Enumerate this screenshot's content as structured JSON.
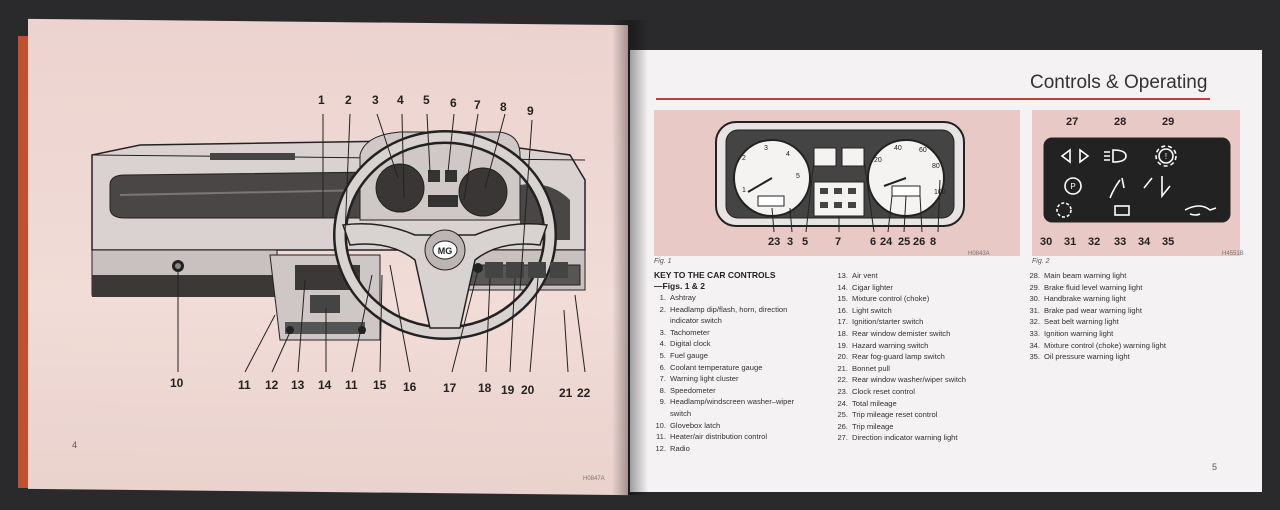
{
  "left_page": {
    "page_number": "4",
    "code": "H0847A",
    "callouts": [
      {
        "n": "1"
      },
      {
        "n": "2"
      },
      {
        "n": "3"
      },
      {
        "n": "4"
      },
      {
        "n": "5"
      },
      {
        "n": "6"
      },
      {
        "n": "7"
      },
      {
        "n": "8"
      },
      {
        "n": "9"
      },
      {
        "n": "10"
      },
      {
        "n": "11"
      },
      {
        "n": "12"
      },
      {
        "n": "13"
      },
      {
        "n": "14"
      },
      {
        "n": "11"
      },
      {
        "n": "15"
      },
      {
        "n": "16"
      },
      {
        "n": "17"
      },
      {
        "n": "18"
      },
      {
        "n": "19"
      },
      {
        "n": "20"
      },
      {
        "n": "21"
      },
      {
        "n": "22"
      }
    ],
    "steering_badge": "MG"
  },
  "right_page": {
    "title": "Controls & Operating",
    "page_number": "5",
    "fig1": {
      "caption": "Fig. 1",
      "code": "H0843A",
      "callouts": [
        "23",
        "3",
        "5",
        "7",
        "6",
        "24",
        "25",
        "26",
        "8"
      ]
    },
    "fig2": {
      "caption": "Fig. 2",
      "code": "H4551B",
      "top_callouts": [
        "27",
        "28",
        "29"
      ],
      "bottom_callouts": [
        "30",
        "31",
        "32",
        "33",
        "34",
        "35"
      ]
    },
    "key_title": "KEY TO THE CAR CONTROLS",
    "key_subtitle": "—Figs. 1 & 2",
    "key_col1": [
      {
        "n": "1.",
        "t": "Ashtray"
      },
      {
        "n": "2.",
        "t": "Headlamp dip/flash, horn, direction"
      },
      {
        "n": "",
        "t": "indicator switch"
      },
      {
        "n": "3.",
        "t": "Tachometer"
      },
      {
        "n": "4.",
        "t": "Digital clock"
      },
      {
        "n": "5.",
        "t": "Fuel gauge"
      },
      {
        "n": "6.",
        "t": "Coolant temperature gauge"
      },
      {
        "n": "7.",
        "t": "Warning light cluster"
      },
      {
        "n": "8.",
        "t": "Speedometer"
      },
      {
        "n": "9.",
        "t": "Headlamp/windscreen washer–wiper"
      },
      {
        "n": "",
        "t": "switch"
      },
      {
        "n": "10.",
        "t": "Glovebox latch"
      },
      {
        "n": "11.",
        "t": "Heater/air distribution control"
      },
      {
        "n": "12.",
        "t": "Radio"
      }
    ],
    "key_col2": [
      {
        "n": "13.",
        "t": "Air vent"
      },
      {
        "n": "14.",
        "t": "Cigar lighter"
      },
      {
        "n": "15.",
        "t": "Mixture control (choke)"
      },
      {
        "n": "16.",
        "t": "Light switch"
      },
      {
        "n": "17.",
        "t": "Ignition/starter switch"
      },
      {
        "n": "18.",
        "t": "Rear window demister switch"
      },
      {
        "n": "19.",
        "t": "Hazard warning switch"
      },
      {
        "n": "20.",
        "t": "Rear fog-guard lamp switch"
      },
      {
        "n": "21.",
        "t": "Bonnet pull"
      },
      {
        "n": "22.",
        "t": "Rear window washer/wiper switch"
      },
      {
        "n": "23.",
        "t": "Clock reset control"
      },
      {
        "n": "24.",
        "t": "Total mileage"
      },
      {
        "n": "25.",
        "t": "Trip mileage reset control"
      },
      {
        "n": "26.",
        "t": "Trip mileage"
      },
      {
        "n": "27.",
        "t": "Direction indicator warning light"
      }
    ],
    "key_col3": [
      {
        "n": "28.",
        "t": "Main beam warning light"
      },
      {
        "n": "29.",
        "t": "Brake fluid level warning light"
      },
      {
        "n": "30.",
        "t": "Handbrake warning light"
      },
      {
        "n": "31.",
        "t": "Brake pad wear warning light"
      },
      {
        "n": "32.",
        "t": "Seat belt warning light"
      },
      {
        "n": "33.",
        "t": "Ignition warning light"
      },
      {
        "n": "34.",
        "t": "Mixture control (choke) warning light"
      },
      {
        "n": "35.",
        "t": "Oil pressure warning light"
      }
    ]
  }
}
